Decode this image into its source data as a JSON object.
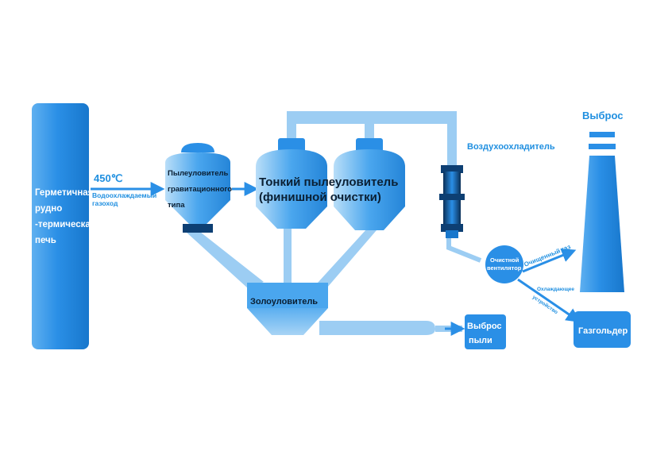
{
  "colors": {
    "primary": "#2a8fe6",
    "light": "#a8d4f5",
    "pipe": "#9ccdf3",
    "dark_band": "#0d3f73",
    "label_blue": "#1f8fe0",
    "dark_text": "#0a1f33"
  },
  "furnace": {
    "lines": [
      "Герметичная",
      "рудно",
      "-термическая",
      "печь"
    ]
  },
  "inlet": {
    "temperature": "450℃",
    "duct_lines": [
      "Водоохлаждаемый",
      "газоход"
    ]
  },
  "gravity_collector": {
    "lines": [
      "Пылеуловитель",
      "гравитационного",
      "типа"
    ]
  },
  "fine_filter": {
    "lines": [
      "Тонкий пылеуловитель",
      "(финишной очистки)"
    ]
  },
  "air_cooler": {
    "label": "Воздухоохладитель"
  },
  "fan": {
    "lines": [
      "Очистной",
      "вентилятор"
    ]
  },
  "cleaned_gas": {
    "label": "Очищенный газ"
  },
  "cooling_device": {
    "lines": [
      "Охлаждающее",
      "устройство"
    ]
  },
  "stack": {
    "label": "Выброс"
  },
  "gas_holder": {
    "label": "Газгольдер"
  },
  "ash_collector": {
    "label": "Золоуловитель"
  },
  "dust_discharge": {
    "lines": [
      "Выброс",
      "пыли"
    ]
  }
}
